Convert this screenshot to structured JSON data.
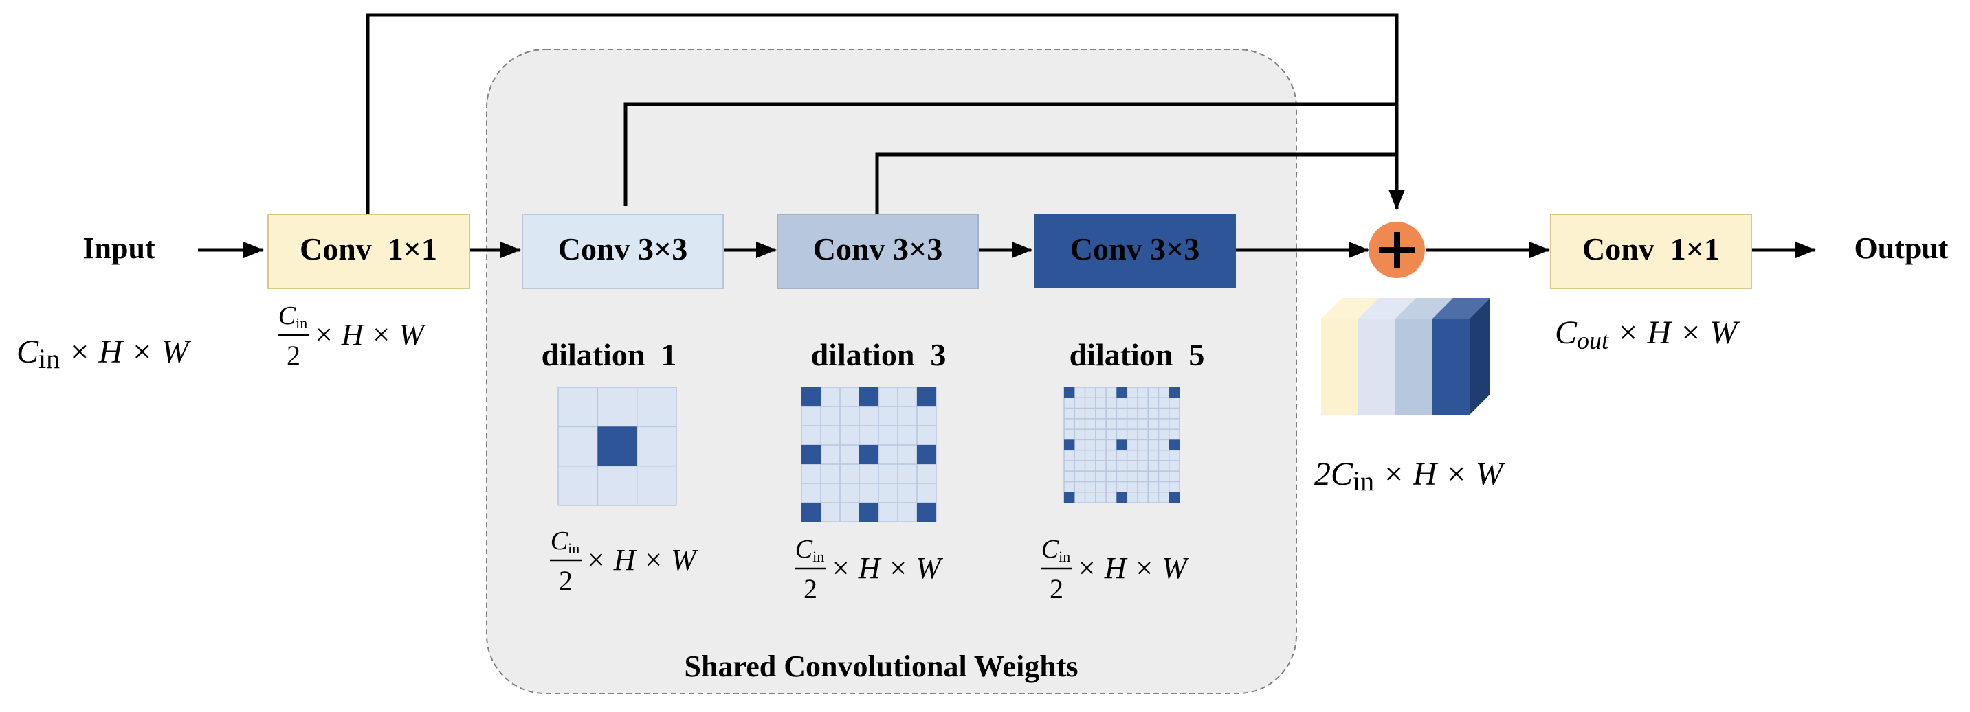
{
  "colors": {
    "shared_region_fill": "#ededed",
    "shared_region_stroke": "#808080",
    "conv1x1_fill": "#fdf2cf",
    "conv1x1_stroke": "#d9c88a",
    "conv3x3_a_fill": "#dce7f4",
    "conv3x3_a_stroke": "#b8c8dc",
    "conv3x3_b_fill": "#b7c8de",
    "conv3x3_c_fill": "#2e5597",
    "adder_fill": "#f0894f",
    "kernel_grid_fill": "#dbe4f2",
    "kernel_grid_line": "#b8c6de",
    "kernel_active": "#2e5597",
    "arrow": "#000000"
  },
  "labels": {
    "input": "Input",
    "output": "Output",
    "shared_weights": "Shared Convolutional Weights"
  },
  "blocks": {
    "conv_in": {
      "text": "Conv  1×1"
    },
    "conv_a": {
      "text": "Conv 3×3"
    },
    "conv_b": {
      "text": "Conv 3×3"
    },
    "conv_c": {
      "text": "Conv 3×3"
    },
    "conv_out": {
      "text": "Conv  1×1"
    }
  },
  "adder": {
    "symbol": "+"
  },
  "dilations": [
    {
      "text": "dilation 1",
      "value": 1
    },
    {
      "text": "dilation 3",
      "value": 3
    },
    {
      "text": "dilation 5",
      "value": 5
    }
  ],
  "dims": {
    "input": {
      "c": "C",
      "sub": "in",
      "rest": " × H × W"
    },
    "half": {
      "num_c": "C",
      "num_sub": "in",
      "den": "2",
      "rest": "× H × W"
    },
    "concat": {
      "prefix": "2C",
      "sub": "in",
      "rest": " × H × W"
    },
    "output": {
      "c": "C",
      "sub": "out",
      "rest": " × H × W"
    }
  },
  "stack_colors": [
    "#fdf2cf",
    "#dce4f2",
    "#b7c8de",
    "#2e5597"
  ]
}
